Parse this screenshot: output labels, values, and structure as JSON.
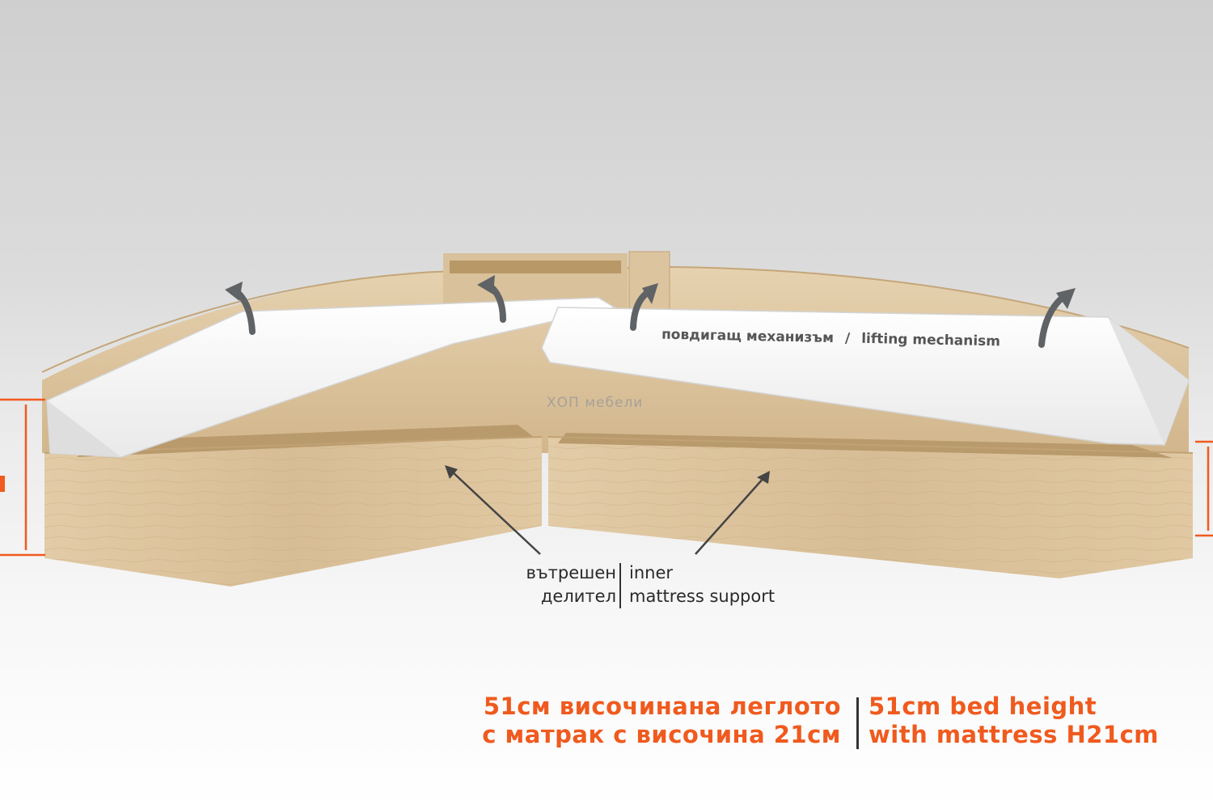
{
  "mechanism": {
    "bg": "повдигащ механизъм",
    "separator": "/",
    "en": "lifting mechanism"
  },
  "watermark": "ХОП мебели",
  "inner_support": {
    "bg_line1": "вътрешен",
    "bg_line2": "делител",
    "en_line1": "inner",
    "en_line2": "mattress support"
  },
  "bed_height": {
    "bg_line1": "51см  височинана  леглото",
    "bg_line2": "с  матрак с  височина  21см",
    "en_line1": "51cm bed height",
    "en_line2": "with mattress  H21cm"
  },
  "colors": {
    "accent": "#f05a1e",
    "wood": "#dcc29b",
    "wood_dark": "#c9ab7f",
    "mattress": "#f6f6f6",
    "arrow": "#5f6366"
  }
}
